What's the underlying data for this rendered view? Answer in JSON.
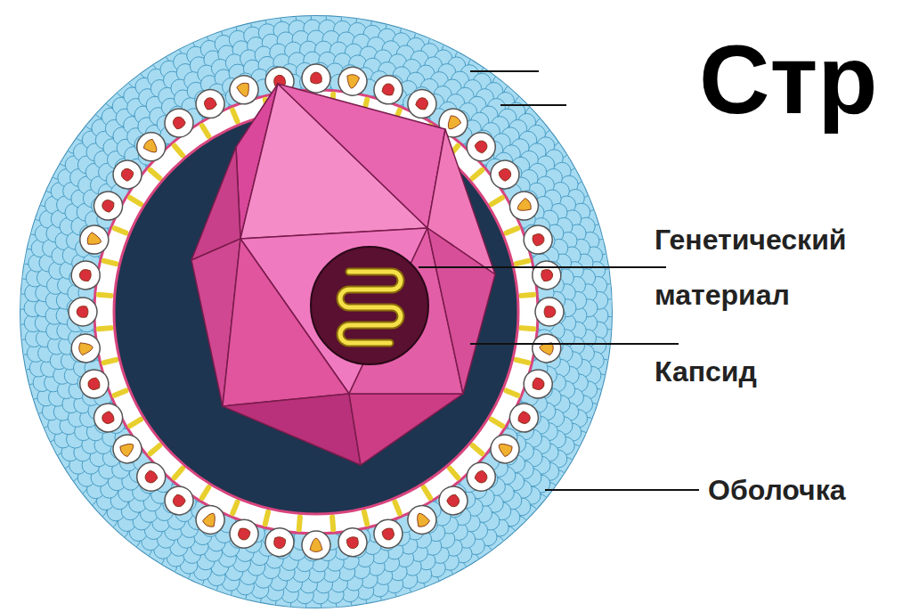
{
  "diagram": {
    "title": "Стр",
    "labels": [
      "Генетический материал",
      "Капсид",
      "Оболочка"
    ]
  }
}
